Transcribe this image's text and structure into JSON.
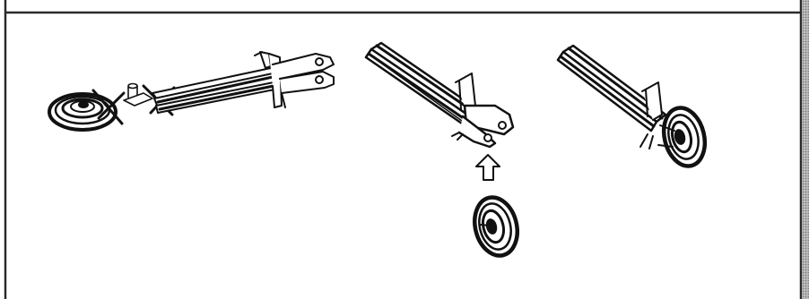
{
  "figure": {
    "panels": [
      {
        "id": "incorrect",
        "description_icon": "cross-mark-icon"
      },
      {
        "id": "attach-wheel",
        "description_icon": "up-arrow-icon"
      },
      {
        "id": "assembled"
      }
    ],
    "colors": {
      "stroke": "#111111",
      "frame": "#2a2a2a",
      "background": "#ffffff",
      "side-bar": "#9a9a9a"
    }
  }
}
